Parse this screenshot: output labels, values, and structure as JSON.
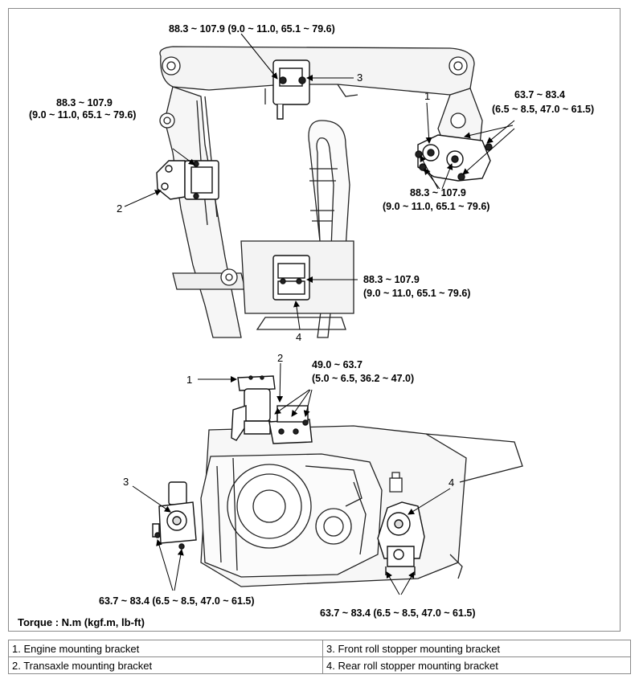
{
  "top_view": {
    "callout_top": "88.3 ~ 107.9 (9.0 ~ 11.0, 65.1 ~ 79.6)",
    "callout_left_line1": "88.3 ~ 107.9",
    "callout_left_line2": "(9.0 ~ 11.0, 65.1 ~ 79.6)",
    "callout_right_line1": "63.7 ~ 83.4",
    "callout_right_line2": "(6.5 ~ 8.5, 47.0 ~ 61.5)",
    "callout_right_low_line1": "88.3 ~ 107.9",
    "callout_right_low_line2": "(9.0 ~ 11.0, 65.1 ~ 79.6)",
    "callout_center_line1": "88.3 ~ 107.9",
    "callout_center_line2": "(9.0 ~ 11.0, 65.1 ~ 79.6)",
    "num_3": "3",
    "num_1": "1",
    "num_2": "2",
    "num_4": "4"
  },
  "side_view": {
    "callout_top_line1": "49.0 ~ 63.7",
    "callout_top_line2": "(5.0 ~ 6.5, 36.2 ~ 47.0)",
    "callout_bottom_left": "63.7 ~ 83.4 (6.5 ~ 8.5, 47.0 ~ 61.5)",
    "callout_bottom_right": "63.7 ~ 83.4 (6.5 ~ 8.5, 47.0 ~ 61.5)",
    "num_1": "1",
    "num_2": "2",
    "num_3": "3",
    "num_4": "4"
  },
  "torque_note": "Torque : N.m (kgf.m, lb-ft)",
  "legend": [
    [
      "1. Engine mounting bracket",
      "3. Front roll stopper mounting bracket"
    ],
    [
      "2. Transaxle mounting bracket",
      "4. Rear roll stopper mounting bracket"
    ]
  ]
}
